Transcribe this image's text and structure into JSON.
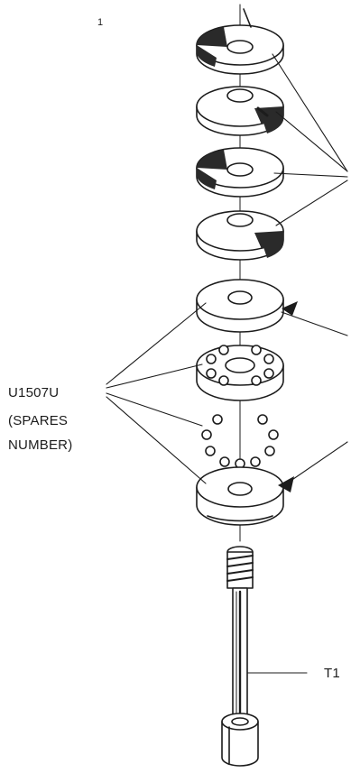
{
  "labels": {
    "top_mark": "1",
    "part_number": "U1507U",
    "spares_line1": "(SPARES",
    "spares_line2": "NUMBER)",
    "bottom_callout": "T1"
  },
  "colors": {
    "ink": "#1c1c1c",
    "paper": "#ffffff",
    "shade": "#2a2a2a"
  }
}
